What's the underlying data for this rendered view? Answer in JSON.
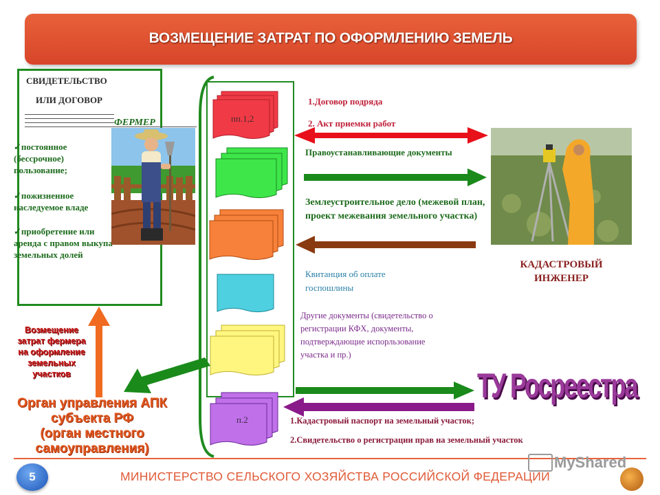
{
  "header": {
    "title": "ВОЗМЕЩЕНИЕ ЗАТРАТ ПО ОФОРМЛЕНИЮ ЗЕМЕЛЬ"
  },
  "farmer_doc": {
    "line1": "СВИДЕТЕЛЬСТВО",
    "line2": "ИЛИ ДОГОВОР",
    "farmer_label": "ФЕРМЕР",
    "rights": [
      {
        "l1": "постоянное",
        "l2": "(бессрочное)",
        "l3": "пользование;"
      },
      {
        "l1": "пожизненное",
        "l2": "наследуемое владе"
      },
      {
        "l1": "приобретение или",
        "l2": "аренда с правом выкупа",
        "l3": "земельных долей"
      }
    ]
  },
  "stack": {
    "top_label": "пп.1,2",
    "bottom_label": "п.2"
  },
  "flows": {
    "contract_1": "1.Договор подряда",
    "contract_2": "2. Акт приемки работ",
    "title_docs": "Правоустанавливающие документы",
    "land_case": "Землеустроительное дело (межевой план, проект межевания земельного участка)",
    "receipt": "Квитанция  об оплате госпошлины",
    "other_docs": "Другие документы (свидетельство о регистрации КФХ, документы, подтверждающие испорльзование участка и пр.)",
    "result_1": "1.Кадастровый паспорт на земельный участок;",
    "result_2": "2.Свидетельство о регистрации прав на земельный участок"
  },
  "engineer": {
    "label_l1": "КАДАСТРОВЫЙ",
    "label_l2": "ИНЖЕНЕР"
  },
  "rosreestr": {
    "label": "ТУ Росреестра"
  },
  "compensation": {
    "l1": "Возмещение",
    "l2": "затрат фермера",
    "l3": "на оформление",
    "l4": "земельных",
    "l5": "участков"
  },
  "agency": {
    "l1": "Орган управления АПК",
    "l2": "субъекта РФ",
    "l3": "(орган местного",
    "l4": "самоуправления)"
  },
  "footer": {
    "slide_number": "5",
    "ministry": "МИНИСТЕРСТВО СЕЛЬСКОГО ХОЗЯЙСТВА РОССИЙСКОЙ ФЕДЕРАЦИИ",
    "watermark": "MyShared"
  },
  "colors": {
    "header": "#e05a32",
    "green": "#1f8a1f",
    "red_arrow": "#e8101a",
    "brown_arrow": "#8a3a10",
    "purple_arrow": "#8a1a8a",
    "stack_red": "#f03a46",
    "stack_green": "#3ee64a",
    "stack_orange": "#f7813a",
    "stack_cyan": "#4fd0e0",
    "stack_yellow": "#fff680",
    "stack_violet": "#c070e8"
  }
}
